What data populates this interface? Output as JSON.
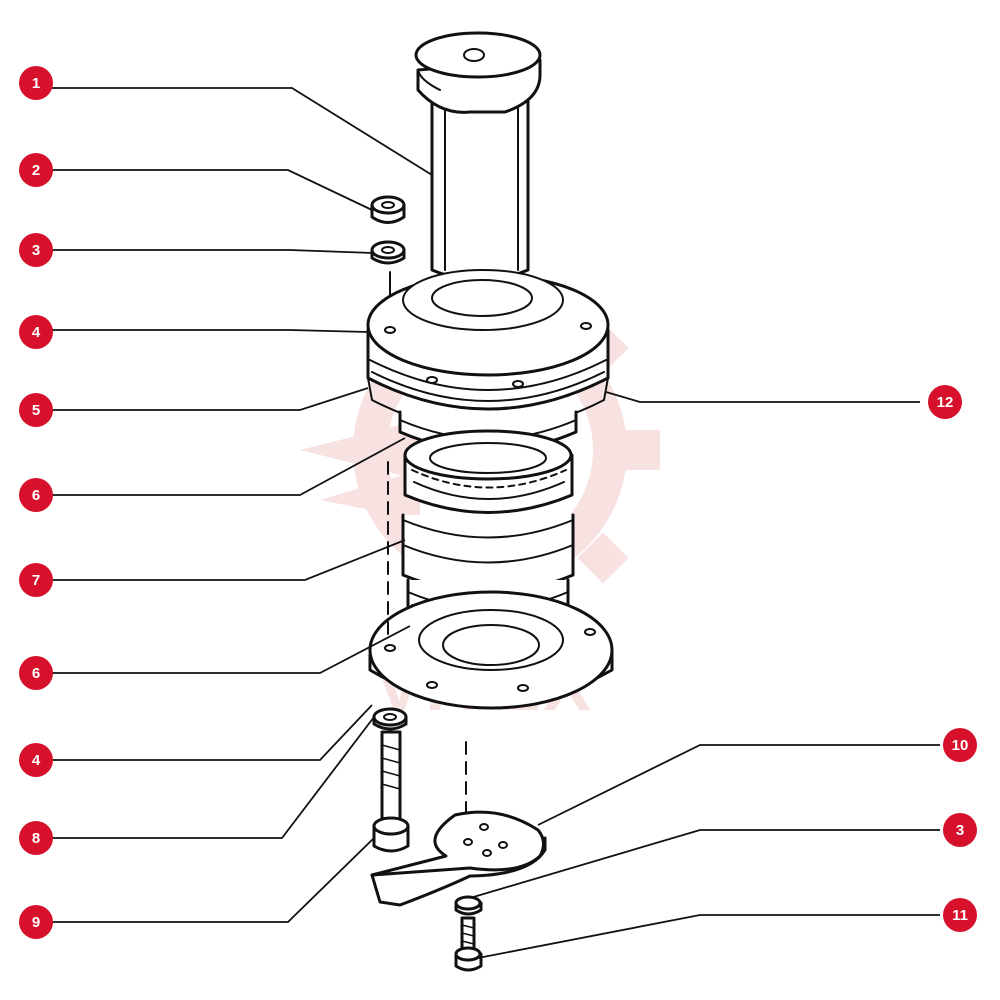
{
  "watermark": {
    "text": "VITEX",
    "color": "#f3c9c9"
  },
  "colors": {
    "badge": "#d7102b",
    "ink": "#111111",
    "part_fill": "#ffffff"
  },
  "callouts": [
    {
      "label": "1"
    },
    {
      "label": "2"
    },
    {
      "label": "3"
    },
    {
      "label": "4"
    },
    {
      "label": "5"
    },
    {
      "label": "6"
    },
    {
      "label": "7"
    },
    {
      "label": "6"
    },
    {
      "label": "4"
    },
    {
      "label": "8"
    },
    {
      "label": "9"
    },
    {
      "label": "12"
    },
    {
      "label": "10"
    },
    {
      "label": "3"
    },
    {
      "label": "11"
    }
  ]
}
